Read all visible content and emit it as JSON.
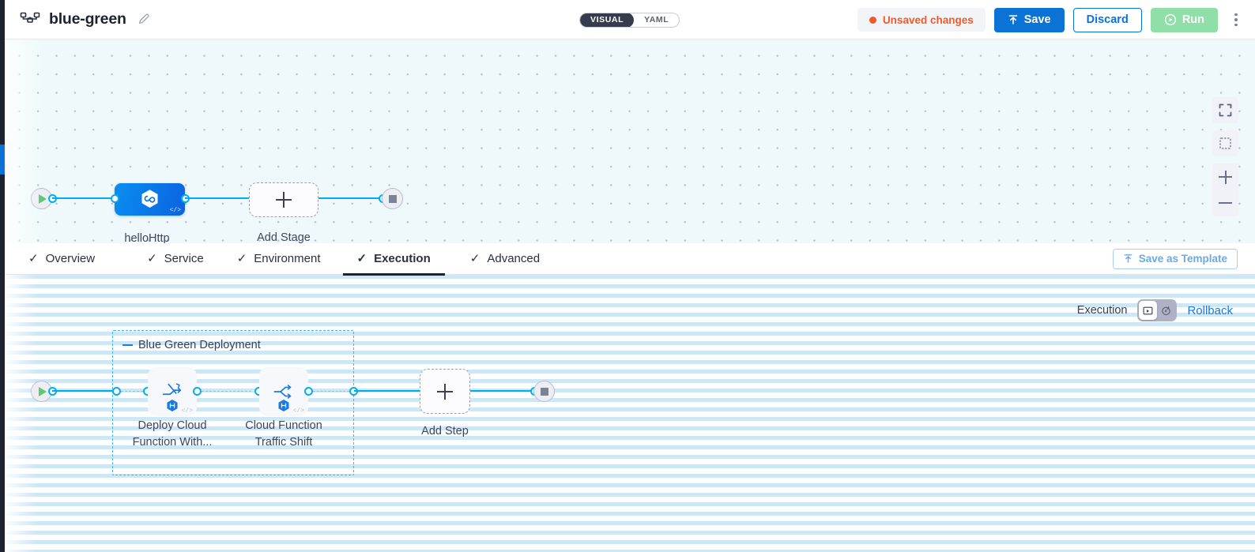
{
  "header": {
    "pipeline_icon": "pipeline-nodes-icon",
    "title": "blue-green",
    "edit_icon": "pencil-edit-icon",
    "mode_toggle": {
      "options": [
        "VISUAL",
        "YAML"
      ],
      "selected": "VISUAL"
    },
    "unsaved": {
      "label": "Unsaved changes",
      "dot_color": "#f05a28"
    },
    "save_label": "Save",
    "save_icon": "upload-arrow-icon",
    "discard_label": "Discard",
    "run_label": "Run",
    "run_icon": "play-circle-icon",
    "more_icon": "kebab-menu-icon"
  },
  "stage_canvas": {
    "start_icon": "play-triangle-icon",
    "end_icon": "stop-square-icon",
    "nodes": [
      {
        "name": "helloHttp",
        "icon": "harness-hexagon-icon",
        "code_tag": "</>"
      }
    ],
    "add_stage_label": "Add Stage",
    "controls": [
      {
        "icon": "fullscreen-expand-icon"
      },
      {
        "icon": "fit-to-screen-icon"
      },
      {
        "icon": "zoom-in-icon"
      },
      {
        "icon": "zoom-out-icon"
      }
    ]
  },
  "tabs": [
    {
      "label": "Overview",
      "checked": true,
      "active": false
    },
    {
      "label": "Service",
      "checked": true,
      "active": false
    },
    {
      "label": "Environment",
      "checked": true,
      "active": false
    },
    {
      "label": "Execution",
      "checked": true,
      "active": true
    },
    {
      "label": "Advanced",
      "checked": true,
      "active": false
    }
  ],
  "save_as_template": {
    "label": "Save as Template",
    "icon": "template-upload-icon"
  },
  "execution": {
    "exec_label": "Execution",
    "toggle": [
      {
        "icon": "execution-view-icon",
        "selected": true
      },
      {
        "icon": "rollback-view-icon",
        "selected": false
      }
    ],
    "rollback_label": "Rollback",
    "start_icon": "play-triangle-icon",
    "end_icon": "stop-square-icon",
    "group": {
      "title": "Blue Green Deployment",
      "steps": [
        {
          "label": "Deploy Cloud\nFunction With...",
          "icon": "deploy-cloud-function-icon",
          "badge": "harness-hexagon-badge",
          "code_tag": "</>"
        },
        {
          "label": "Cloud Function\nTraffic Shift",
          "icon": "traffic-shift-fork-icon",
          "badge": "harness-hexagon-badge",
          "code_tag": "</>"
        }
      ]
    },
    "add_step_label": "Add Step"
  },
  "colors": {
    "accent_blue": "#0b72d6",
    "edge_cyan": "#00aeef",
    "unsaved_orange": "#f05a28",
    "run_green": "#90dfa9",
    "group_border": "#3fb5ef",
    "canvas_top_bg": "#eff9fc",
    "dark_strip": "#1c2230"
  }
}
